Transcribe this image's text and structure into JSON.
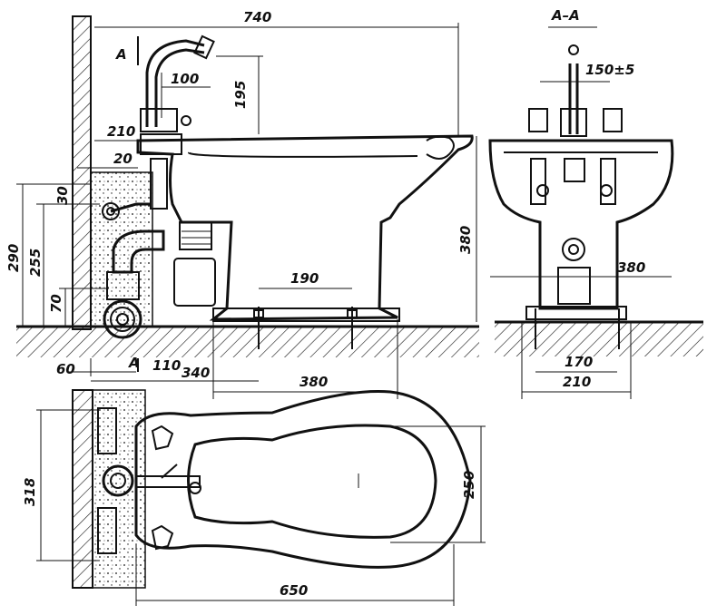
{
  "section_label": "A–A",
  "section_marks": [
    "A",
    "A"
  ],
  "dimensions": {
    "side_view": {
      "overall_length": "740",
      "spout_reach": "100",
      "spout_height": "195",
      "valve_offset": "210",
      "wall_offset": "20",
      "dim_30": "30",
      "dim_290": "290",
      "dim_255": "255",
      "dim_70": "70",
      "height_380": "380",
      "foot_190": "190",
      "bottom_60": "60",
      "bottom_110": "110",
      "bottom_340": "340",
      "bottom_380": "380"
    },
    "section_view": {
      "valve_spacing": "150±5",
      "bowl_width": "380",
      "base_170": "170",
      "base_210": "210"
    },
    "plan_view": {
      "overall_length": "650",
      "width_250": "250",
      "width_318": "318"
    }
  }
}
